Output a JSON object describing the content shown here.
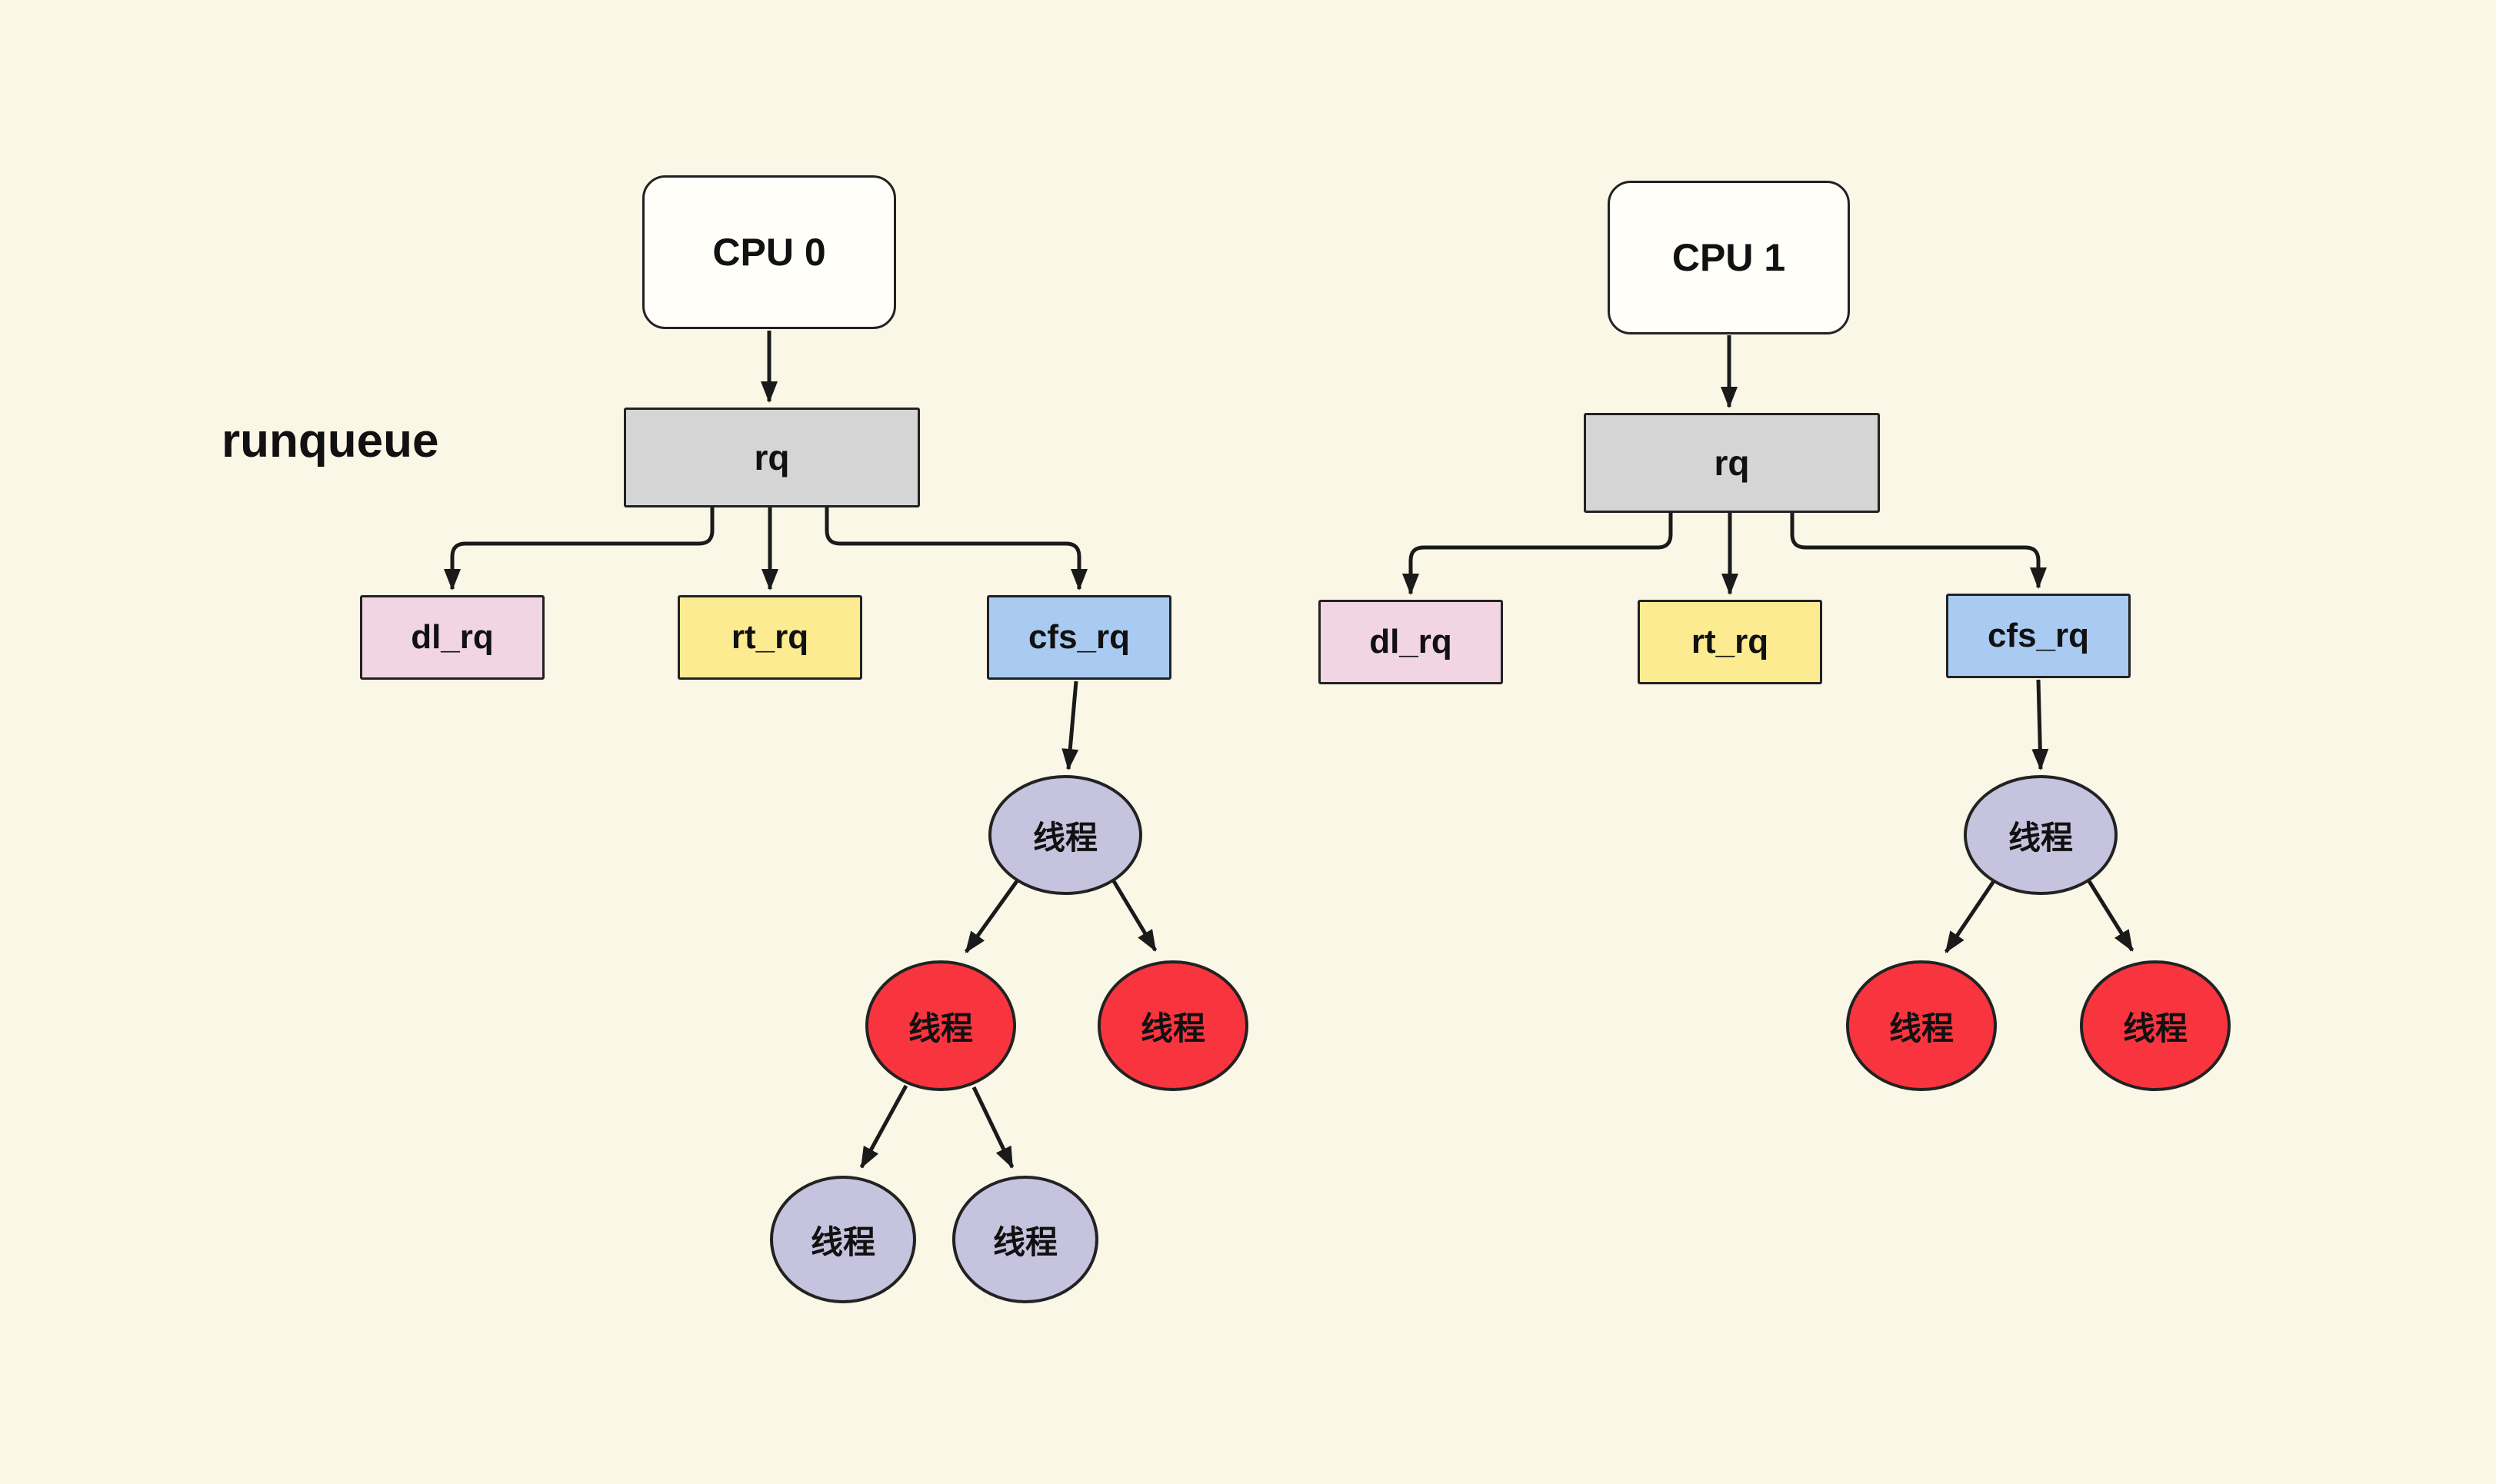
{
  "side_label": "runqueue",
  "colors": {
    "background": "#faf7e6",
    "cpu_box": "#fffef8",
    "rq_box": "#d5d5d5",
    "dl_rq": "#f2d5e2",
    "rt_rq": "#fdeb91",
    "cfs_rq": "#a9caf1",
    "thread_normal": "#c6c3de",
    "thread_active": "#f8353f",
    "connector": "#1a1a1a"
  },
  "cpu0": {
    "cpu_label": "CPU 0",
    "rq_label": "rq",
    "dl_label": "dl_rq",
    "rt_label": "rt_rq",
    "cfs_label": "cfs_rq",
    "thread_root": "线程",
    "thread_left": "线程",
    "thread_right": "线程",
    "thread_left_child1": "线程",
    "thread_left_child2": "线程"
  },
  "cpu1": {
    "cpu_label": "CPU 1",
    "rq_label": "rq",
    "dl_label": "dl_rq",
    "rt_label": "rt_rq",
    "cfs_label": "cfs_rq",
    "thread_root": "线程",
    "thread_left": "线程",
    "thread_right": "线程"
  }
}
